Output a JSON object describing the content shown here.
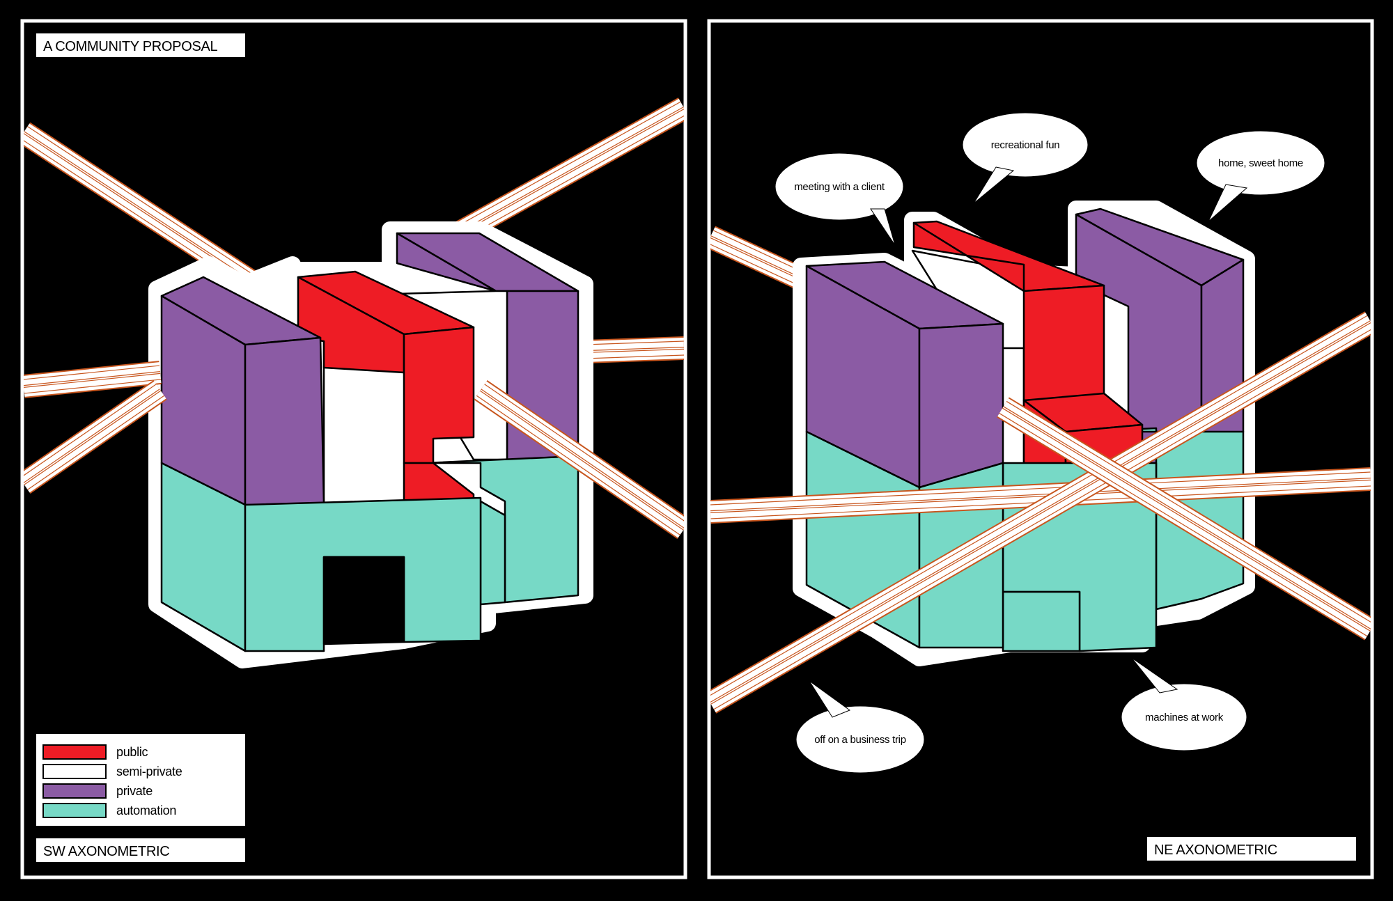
{
  "left_panel": {
    "title": "A COMMUNITY PROPOSAL",
    "view_label": "SW AXONOMETRIC",
    "legend": [
      {
        "label": "public",
        "color": "#ee1c25"
      },
      {
        "label": "semi-private",
        "color": "#ffffff"
      },
      {
        "label": "private",
        "color": "#8b5ba4"
      },
      {
        "label": "automation",
        "color": "#77d9c6"
      }
    ]
  },
  "right_panel": {
    "view_label": "NE AXONOMETRIC",
    "bubbles": {
      "meeting": "meeting with a client",
      "recreational": "recreational fun",
      "home": "home, sweet home",
      "business": "off on a business trip",
      "machines": "machines at work"
    }
  },
  "colors": {
    "public": "#ee1c25",
    "semi_private": "#ffffff",
    "private": "#8b5ba4",
    "automation": "#77d9c6",
    "road_stripe": "#c8561e",
    "background": "#000000"
  }
}
